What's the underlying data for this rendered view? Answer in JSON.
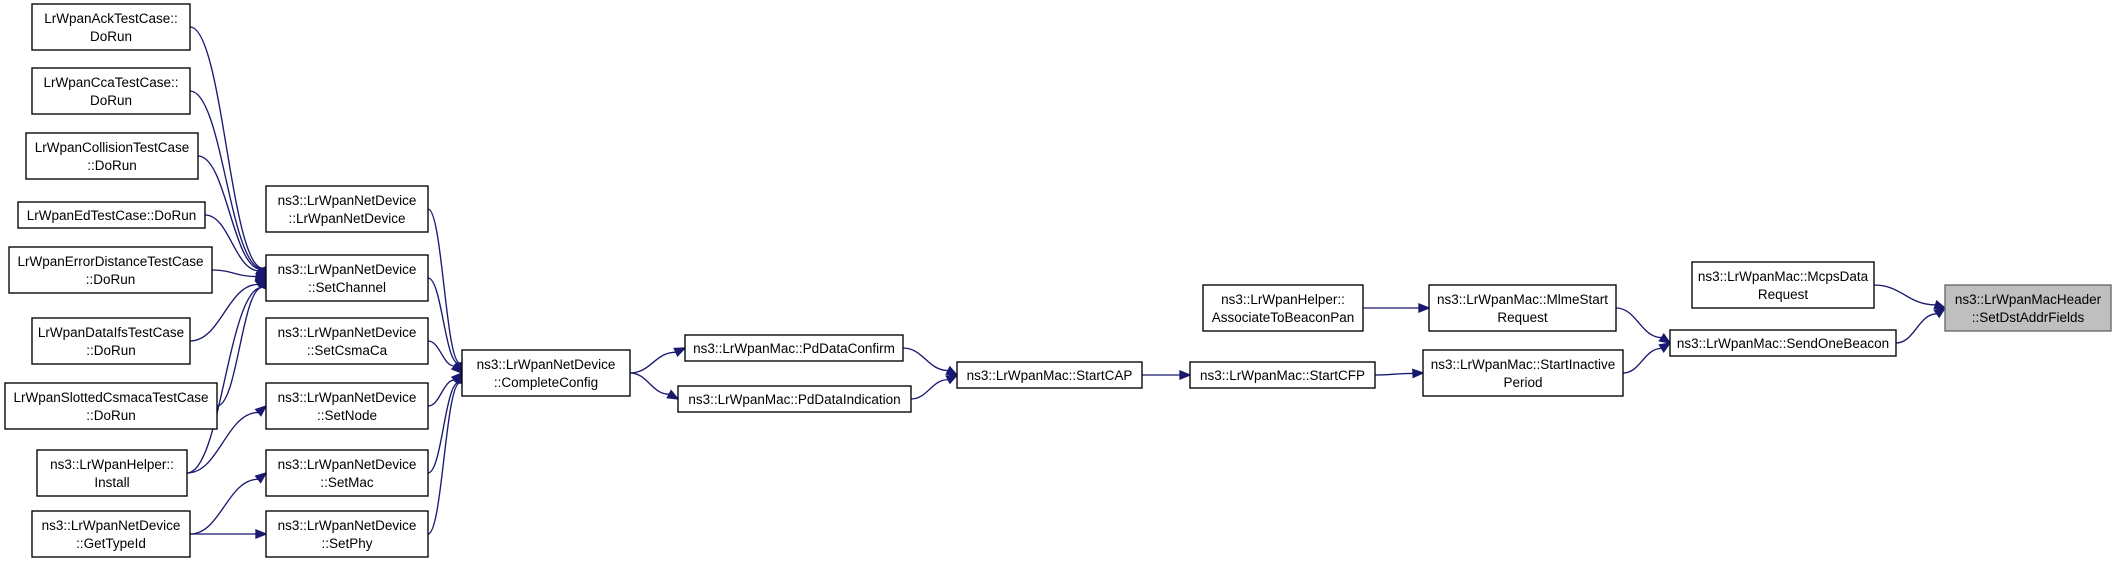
{
  "graph": {
    "nodes": [
      {
        "id": "ack",
        "lines": [
          "LrWpanAckTestCase::",
          "DoRun"
        ]
      },
      {
        "id": "cca",
        "lines": [
          "LrWpanCcaTestCase::",
          "DoRun"
        ]
      },
      {
        "id": "collision",
        "lines": [
          "LrWpanCollisionTestCase",
          "::DoRun"
        ]
      },
      {
        "id": "ed",
        "lines": [
          "LrWpanEdTestCase::DoRun"
        ]
      },
      {
        "id": "errdist",
        "lines": [
          "LrWpanErrorDistanceTestCase",
          "::DoRun"
        ]
      },
      {
        "id": "dataifs",
        "lines": [
          "LrWpanDataIfsTestCase",
          "::DoRun"
        ]
      },
      {
        "id": "slotted",
        "lines": [
          "LrWpanSlottedCsmacaTestCase",
          "::DoRun"
        ]
      },
      {
        "id": "helperinstall",
        "lines": [
          "ns3::LrWpanHelper::",
          "Install"
        ]
      },
      {
        "id": "gettypeid",
        "lines": [
          "ns3::LrWpanNetDevice",
          "::GetTypeId"
        ]
      },
      {
        "id": "ctor",
        "lines": [
          "ns3::LrWpanNetDevice",
          "::LrWpanNetDevice"
        ]
      },
      {
        "id": "setchannel",
        "lines": [
          "ns3::LrWpanNetDevice",
          "::SetChannel"
        ]
      },
      {
        "id": "setcsmaca",
        "lines": [
          "ns3::LrWpanNetDevice",
          "::SetCsmaCa"
        ]
      },
      {
        "id": "setnode",
        "lines": [
          "ns3::LrWpanNetDevice",
          "::SetNode"
        ]
      },
      {
        "id": "setmac",
        "lines": [
          "ns3::LrWpanNetDevice",
          "::SetMac"
        ]
      },
      {
        "id": "setphy",
        "lines": [
          "ns3::LrWpanNetDevice",
          "::SetPhy"
        ]
      },
      {
        "id": "completeconfig",
        "lines": [
          "ns3::LrWpanNetDevice",
          "::CompleteConfig"
        ]
      },
      {
        "id": "pddataconfirm",
        "lines": [
          "ns3::LrWpanMac::PdDataConfirm"
        ]
      },
      {
        "id": "pddataindication",
        "lines": [
          "ns3::LrWpanMac::PdDataIndication"
        ]
      },
      {
        "id": "startcap",
        "lines": [
          "ns3::LrWpanMac::StartCAP"
        ]
      },
      {
        "id": "startcfp",
        "lines": [
          "ns3::LrWpanMac::StartCFP"
        ]
      },
      {
        "id": "assocbeacon",
        "lines": [
          "ns3::LrWpanHelper::",
          "AssociateToBeaconPan"
        ]
      },
      {
        "id": "mlmestart",
        "lines": [
          "ns3::LrWpanMac::MlmeStart",
          "Request"
        ]
      },
      {
        "id": "startinactive",
        "lines": [
          "ns3::LrWpanMac::StartInactive",
          "Period"
        ]
      },
      {
        "id": "mcpsdata",
        "lines": [
          "ns3::LrWpanMac::McpsData",
          "Request"
        ]
      },
      {
        "id": "sendonebeacon",
        "lines": [
          "ns3::LrWpanMac::SendOneBeacon"
        ]
      },
      {
        "id": "target",
        "lines": [
          "ns3::LrWpanMacHeader",
          "::SetDstAddrFields"
        ],
        "highlighted": true
      }
    ],
    "edges": [
      {
        "from": "ack",
        "to": "setchannel"
      },
      {
        "from": "cca",
        "to": "setchannel"
      },
      {
        "from": "collision",
        "to": "setchannel"
      },
      {
        "from": "ed",
        "to": "setchannel"
      },
      {
        "from": "errdist",
        "to": "setchannel"
      },
      {
        "from": "dataifs",
        "to": "setchannel"
      },
      {
        "from": "slotted",
        "to": "setchannel"
      },
      {
        "from": "helperinstall",
        "to": "setchannel"
      },
      {
        "from": "helperinstall",
        "to": "setnode"
      },
      {
        "from": "gettypeid",
        "to": "setmac"
      },
      {
        "from": "gettypeid",
        "to": "setphy"
      },
      {
        "from": "ctor",
        "to": "completeconfig"
      },
      {
        "from": "setchannel",
        "to": "completeconfig"
      },
      {
        "from": "setcsmaca",
        "to": "completeconfig"
      },
      {
        "from": "setnode",
        "to": "completeconfig"
      },
      {
        "from": "setmac",
        "to": "completeconfig"
      },
      {
        "from": "setphy",
        "to": "completeconfig"
      },
      {
        "from": "completeconfig",
        "to": "pddataconfirm"
      },
      {
        "from": "completeconfig",
        "to": "pddataindication"
      },
      {
        "from": "pddataconfirm",
        "to": "startcap"
      },
      {
        "from": "pddataindication",
        "to": "startcap"
      },
      {
        "from": "startcap",
        "to": "startcfp"
      },
      {
        "from": "startcfp",
        "to": "startinactive"
      },
      {
        "from": "assocbeacon",
        "to": "mlmestart"
      },
      {
        "from": "mlmestart",
        "to": "sendonebeacon"
      },
      {
        "from": "startinactive",
        "to": "sendonebeacon"
      },
      {
        "from": "mcpsdata",
        "to": "target"
      },
      {
        "from": "sendonebeacon",
        "to": "target"
      }
    ]
  },
  "colors": {
    "edge": "#191970",
    "node_border": "#000000",
    "node_fill": "#ffffff",
    "target_fill": "#bfbfbf",
    "target_border": "#666666"
  }
}
